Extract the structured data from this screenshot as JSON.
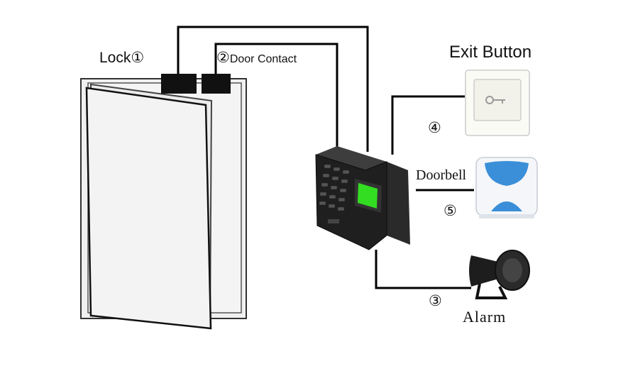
{
  "labels": {
    "lock": "Lock①",
    "door_contact_number": "②",
    "door_contact": "Door Contact",
    "exit_button": "Exit Button",
    "doorbell": "Doorbell",
    "alarm": "Alarm",
    "wire_exit_number": "④",
    "wire_doorbell_number": "⑤",
    "wire_alarm_number": "③"
  },
  "colors": {
    "wire": "#000000",
    "door_fill": "#f2f2f2",
    "sensor_green": "#33dd22",
    "doorbell_blue": "#3a8fd8"
  }
}
